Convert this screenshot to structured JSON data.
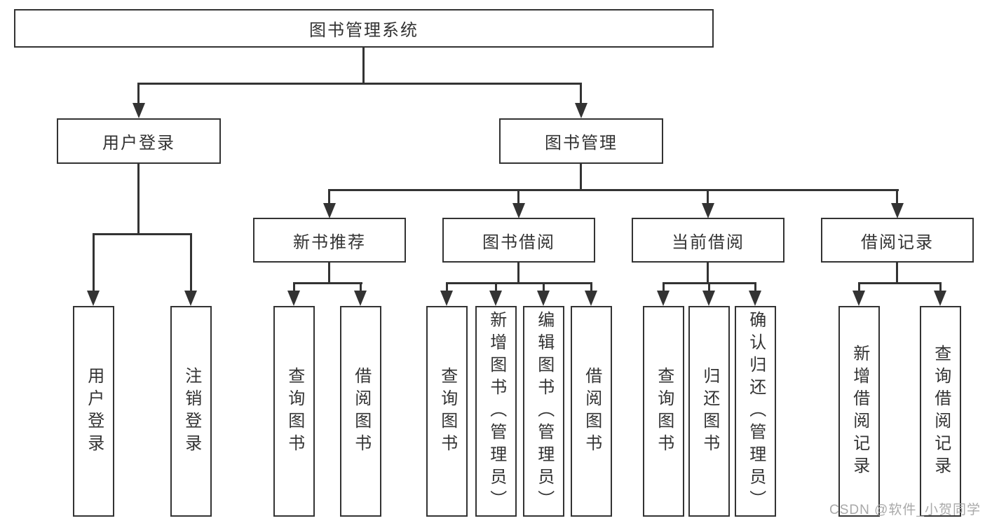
{
  "diagram": {
    "type": "hierarchy-tree",
    "colors": {
      "line": "#333333",
      "box_border": "#333333",
      "text": "#333333",
      "background": "#ffffff",
      "watermark_text": "#a9a9a9"
    },
    "tree": {
      "label": "图书管理系统",
      "children": [
        {
          "label": "用户登录",
          "children": [
            {
              "label": "用户登录"
            },
            {
              "label": "注销登录"
            }
          ]
        },
        {
          "label": "图书管理",
          "children": [
            {
              "label": "新书推荐",
              "children": [
                {
                  "label": "查询图书"
                },
                {
                  "label": "借阅图书"
                }
              ]
            },
            {
              "label": "图书借阅",
              "children": [
                {
                  "label": "查询图书"
                },
                {
                  "label": "新增图书（管理员）"
                },
                {
                  "label": "编辑图书（管理员）"
                },
                {
                  "label": "借阅图书"
                }
              ]
            },
            {
              "label": "当前借阅",
              "children": [
                {
                  "label": "查询图书"
                },
                {
                  "label": "归还图书"
                },
                {
                  "label": "确认归还（管理员）"
                }
              ]
            },
            {
              "label": "借阅记录",
              "children": [
                {
                  "label": "新增借阅记录"
                },
                {
                  "label": "查询借阅记录"
                }
              ]
            }
          ]
        }
      ]
    }
  },
  "watermark": {
    "text": "CSDN @软件_小贺同学"
  }
}
